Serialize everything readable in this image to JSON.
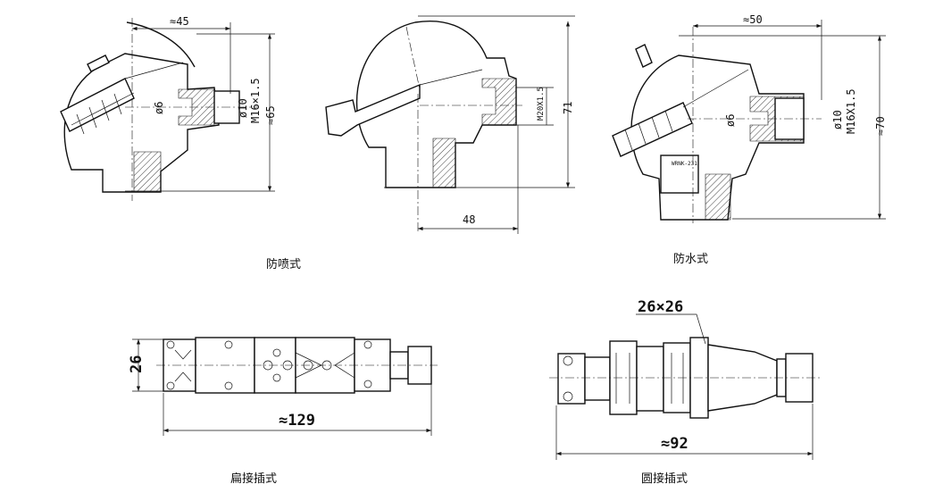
{
  "views": {
    "spray_proof": {
      "caption": "防喷式",
      "width": "≈45",
      "height": "≈65",
      "bore": "ø6",
      "outer": "ø10",
      "thread": "M16×1.5"
    },
    "dome": {
      "height": "71",
      "depth": "48",
      "thread": "M20X1.5"
    },
    "waterproof": {
      "caption": "防水式",
      "width": "≈50",
      "height": "≈70",
      "bore": "ø6",
      "outer": "ø10",
      "thread": "M16X1.5",
      "nameplate": "WRNK-231"
    },
    "flat_plug": {
      "caption": "扁接插式",
      "height": "26",
      "length": "≈129"
    },
    "round_plug": {
      "caption": "圆接插式",
      "size": "26×26",
      "length": "≈92"
    }
  }
}
